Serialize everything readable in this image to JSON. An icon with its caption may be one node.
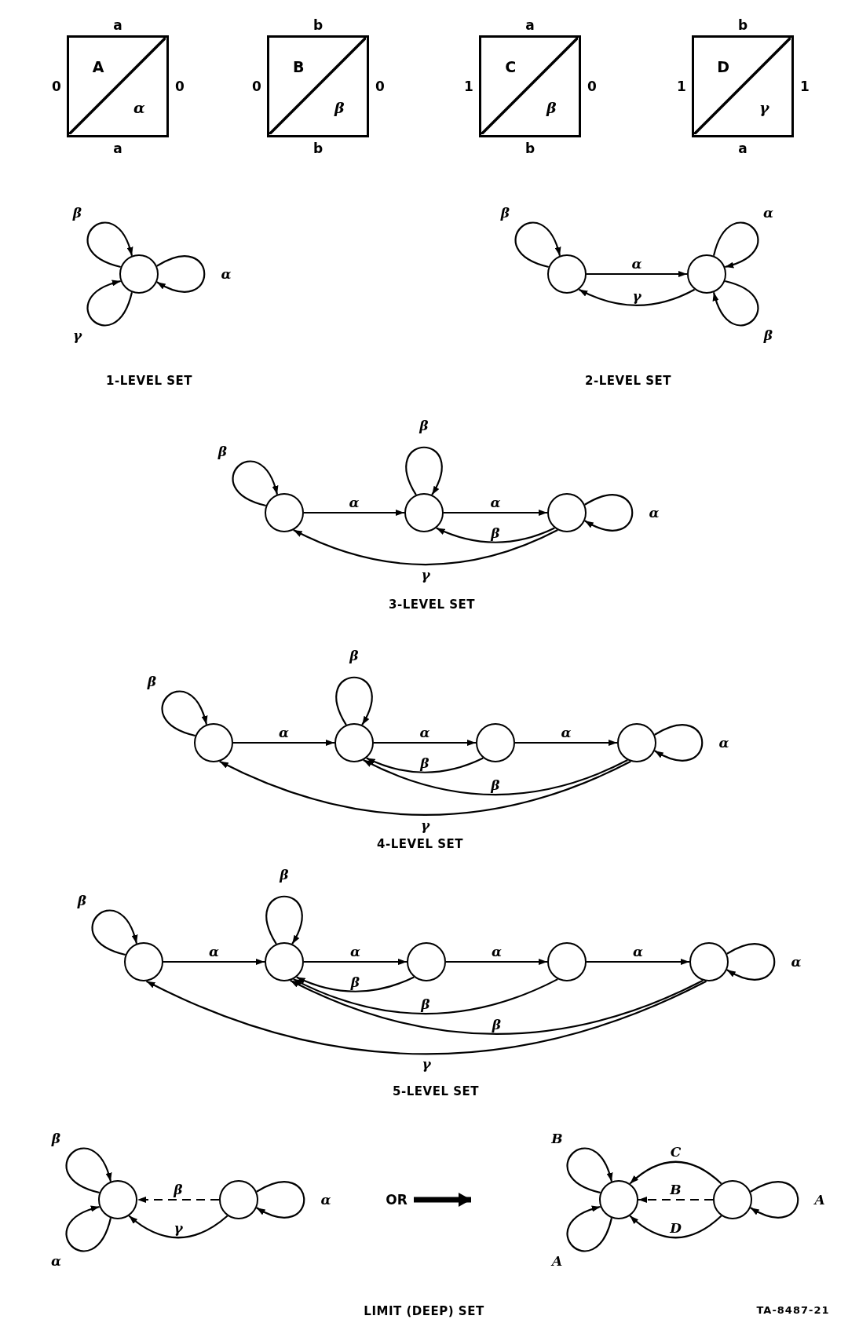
{
  "diagram": {
    "nodes": [
      {
        "text": [
          "A",
          "α"
        ],
        "beside": [
          "a",
          "0",
          "0",
          "a"
        ]
      },
      {
        "text": [
          "B",
          "β"
        ],
        "beside": [
          "b",
          "0",
          "0",
          "b"
        ]
      },
      {
        "text": [
          "C",
          "β"
        ],
        "beside": [
          "a",
          "1",
          "0",
          "b"
        ]
      },
      {
        "text": [
          "D",
          "γ"
        ],
        "beside": [
          "b",
          "1",
          "1",
          "a"
        ]
      },
      {
        "text": [
          "1-LEVEL SET"
        ]
      },
      {
        "text": [],
        "shape": "circle",
        "in": 4
      },
      {
        "text": [
          "2-LEVEL SET"
        ]
      },
      {
        "text": [],
        "shape": "circle",
        "in": 6
      },
      {
        "text": [],
        "shape": "circle",
        "in": 6
      },
      {
        "text": [
          "3-LEVEL SET"
        ]
      },
      {
        "text": [],
        "shape": "circle",
        "in": 9
      },
      {
        "text": [],
        "shape": "circle",
        "in": 9
      },
      {
        "text": [],
        "shape": "circle",
        "in": 9
      },
      {
        "text": [
          "4-LEVEL SET"
        ]
      },
      {
        "text": [],
        "shape": "circle",
        "in": 13
      },
      {
        "text": [],
        "shape": "circle",
        "in": 13
      },
      {
        "text": [],
        "shape": "circle",
        "in": 13
      },
      {
        "text": [],
        "shape": "circle",
        "in": 13
      },
      {
        "text": [
          "5-LEVEL SET"
        ]
      },
      {
        "text": [],
        "shape": "circle",
        "in": 18
      },
      {
        "text": [],
        "shape": "circle",
        "in": 18
      },
      {
        "text": [],
        "shape": "circle",
        "in": 18
      },
      {
        "text": [],
        "shape": "circle",
        "in": 18
      },
      {
        "text": [],
        "shape": "circle",
        "in": 18
      },
      {
        "text": [
          "LIMIT (DEEP) SET"
        ]
      },
      {
        "text": [],
        "shape": "circle",
        "in": 24
      },
      {
        "text": [],
        "shape": "circle",
        "in": 24
      },
      {
        "text": [
          "OR"
        ],
        "in": 24
      },
      {
        "text": [],
        "shape": "circle",
        "in": 24
      },
      {
        "text": [],
        "shape": "circle",
        "in": 24
      }
    ],
    "edges": [
      {
        "from": 5,
        "to": 5,
        "label": "β",
        "arrow": "to"
      },
      {
        "from": 5,
        "to": 5,
        "label": "α",
        "arrow": "to"
      },
      {
        "from": 5,
        "to": 5,
        "label": "γ",
        "arrow": "to"
      },
      {
        "from": 7,
        "to": 7,
        "label": "β",
        "arrow": "to"
      },
      {
        "from": 7,
        "to": 8,
        "label": "α",
        "arrow": "to"
      },
      {
        "from": 8,
        "to": 7,
        "label": "γ",
        "arrow": "to"
      },
      {
        "from": 8,
        "to": 8,
        "label": "α",
        "arrow": "to"
      },
      {
        "from": 8,
        "to": 8,
        "label": "β",
        "arrow": "to"
      },
      {
        "from": 10,
        "to": 10,
        "label": "β",
        "arrow": "to"
      },
      {
        "from": 10,
        "to": 11,
        "label": "α",
        "arrow": "to"
      },
      {
        "from": 11,
        "to": 11,
        "label": "β",
        "arrow": "to"
      },
      {
        "from": 11,
        "to": 12,
        "label": "α",
        "arrow": "to"
      },
      {
        "from": 12,
        "to": 11,
        "label": "β",
        "arrow": "to"
      },
      {
        "from": 12,
        "to": 10,
        "label": "γ",
        "arrow": "to"
      },
      {
        "from": 12,
        "to": 12,
        "label": "α",
        "arrow": "to"
      },
      {
        "from": 14,
        "to": 14,
        "label": "β",
        "arrow": "to"
      },
      {
        "from": 14,
        "to": 15,
        "label": "α",
        "arrow": "to"
      },
      {
        "from": 15,
        "to": 15,
        "label": "β",
        "arrow": "to"
      },
      {
        "from": 15,
        "to": 16,
        "label": "α",
        "arrow": "to"
      },
      {
        "from": 16,
        "to": 15,
        "label": "β",
        "arrow": "to"
      },
      {
        "from": 16,
        "to": 17,
        "label": "α",
        "arrow": "to"
      },
      {
        "from": 17,
        "to": 15,
        "label": "β",
        "arrow": "to"
      },
      {
        "from": 17,
        "to": 14,
        "label": "γ",
        "arrow": "to"
      },
      {
        "from": 17,
        "to": 17,
        "label": "α",
        "arrow": "to"
      },
      {
        "from": 19,
        "to": 19,
        "label": "β",
        "arrow": "to"
      },
      {
        "from": 19,
        "to": 20,
        "label": "α",
        "arrow": "to"
      },
      {
        "from": 20,
        "to": 20,
        "label": "β",
        "arrow": "to"
      },
      {
        "from": 20,
        "to": 21,
        "label": "α",
        "arrow": "to"
      },
      {
        "from": 21,
        "to": 20,
        "label": "β",
        "arrow": "to"
      },
      {
        "from": 21,
        "to": 22,
        "label": "α",
        "arrow": "to"
      },
      {
        "from": 22,
        "to": 20,
        "label": "β",
        "arrow": "to"
      },
      {
        "from": 22,
        "to": 23,
        "label": "α",
        "arrow": "to"
      },
      {
        "from": 23,
        "to": 20,
        "label": "β",
        "arrow": "to"
      },
      {
        "from": 23,
        "to": 19,
        "label": "γ",
        "arrow": "to"
      },
      {
        "from": 23,
        "to": 23,
        "label": "α",
        "arrow": "to"
      },
      {
        "from": 25,
        "to": 25,
        "label": "β",
        "arrow": "to"
      },
      {
        "from": 25,
        "to": 25,
        "label": "α",
        "arrow": "to"
      },
      {
        "from": 26,
        "to": 25,
        "label": "β",
        "arrow": "to",
        "style": "dashed"
      },
      {
        "from": 26,
        "to": 25,
        "label": "γ",
        "arrow": "to"
      },
      {
        "from": 26,
        "to": 26,
        "label": "α",
        "arrow": "to"
      },
      {
        "from": 27,
        "to": null,
        "arrow": "to",
        "style": "thick"
      },
      {
        "from": 28,
        "to": 28,
        "label": "B",
        "arrow": "to"
      },
      {
        "from": 28,
        "to": 28,
        "label": "A",
        "arrow": "to"
      },
      {
        "from": 29,
        "to": 28,
        "label": "C",
        "arrow": "to"
      },
      {
        "from": 29,
        "to": 28,
        "label": "B",
        "arrow": "to",
        "style": "dashed"
      },
      {
        "from": 29,
        "to": 28,
        "label": "D",
        "arrow": "to"
      },
      {
        "from": 29,
        "to": 29,
        "label": "A",
        "arrow": "to"
      }
    ],
    "labels": [
      "TA-8487-21"
    ]
  }
}
